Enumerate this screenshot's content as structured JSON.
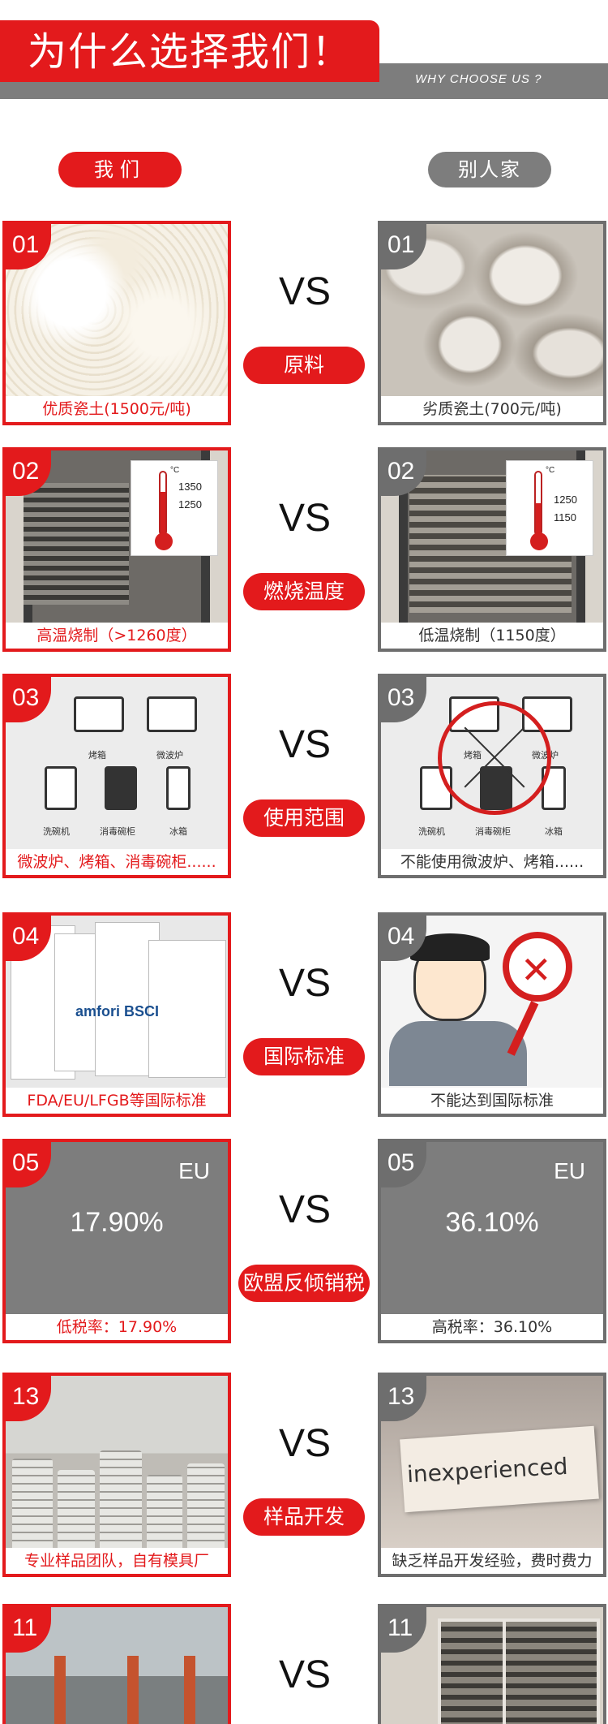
{
  "header": {
    "title": "为什么选择我们！",
    "subtitle": "WHY  CHOOSE US ?"
  },
  "columns": {
    "us": "我们",
    "them": "别人家"
  },
  "vs_label": "VS",
  "rows": [
    {
      "category": "原料",
      "left": {
        "number": "01",
        "caption": "优质瓷土(1500元/吨)",
        "image": "fine-clay-powder"
      },
      "right": {
        "number": "01",
        "caption": "劣质瓷土(700元/吨)",
        "image": "rough-clay-chunks"
      }
    },
    {
      "category": "燃烧温度",
      "left": {
        "number": "02",
        "caption": "高温烧制（>1260度）",
        "image": "kiln",
        "thermo_unit": "°C",
        "thermo_high": "1350",
        "thermo_low": "1250"
      },
      "right": {
        "number": "02",
        "caption": "低温烧制（1150度）",
        "image": "kiln",
        "thermo_unit": "°C",
        "thermo_high": "1250",
        "thermo_low": "1150"
      }
    },
    {
      "category": "使用范围",
      "left": {
        "number": "03",
        "caption": "微波炉、烤箱、消毒碗柜......",
        "image": "appliances",
        "appliance_labels": [
          "烤箱",
          "微波炉",
          "洗碗机",
          "消毒碗柜",
          "冰箱"
        ]
      },
      "right": {
        "number": "03",
        "caption": "不能使用微波炉、烤箱......",
        "image": "appliances-crossed",
        "appliance_labels": [
          "烤箱",
          "微波炉",
          "洗碗机",
          "消毒碗柜",
          "冰箱"
        ]
      }
    },
    {
      "category": "国际标准",
      "left": {
        "number": "04",
        "caption": "FDA/EU/LFGB等国际标准",
        "image": "certificates",
        "logo_text": "amfori BSCI"
      },
      "right": {
        "number": "04",
        "caption": "不能达到国际标准",
        "image": "cartoon-rejection"
      }
    },
    {
      "category": "欧盟反倾销税",
      "left": {
        "number": "05",
        "caption": "低税率：17.90%",
        "image": "grey-panel",
        "region": "EU",
        "rate": "17.90%"
      },
      "right": {
        "number": "05",
        "caption": "高税率：36.10%",
        "image": "grey-panel",
        "region": "EU",
        "rate": "36.10%"
      }
    },
    {
      "category": "样品开发",
      "left": {
        "number": "13",
        "caption": "专业样品团队，自有模具厂",
        "image": "mold-factory"
      },
      "right": {
        "number": "13",
        "caption": "缺乏样品开发经验，费时费力",
        "image": "inexperienced-card",
        "card_text": "inexperienced"
      }
    },
    {
      "category": "",
      "left": {
        "number": "11",
        "caption": "",
        "image": "workshop"
      },
      "right": {
        "number": "11",
        "caption": "",
        "image": "old-kiln"
      }
    }
  ],
  "colors": {
    "accent_red": "#e31a1c",
    "grey": "#7d7d7d",
    "dark_grey_border": "#6e6e6e"
  }
}
